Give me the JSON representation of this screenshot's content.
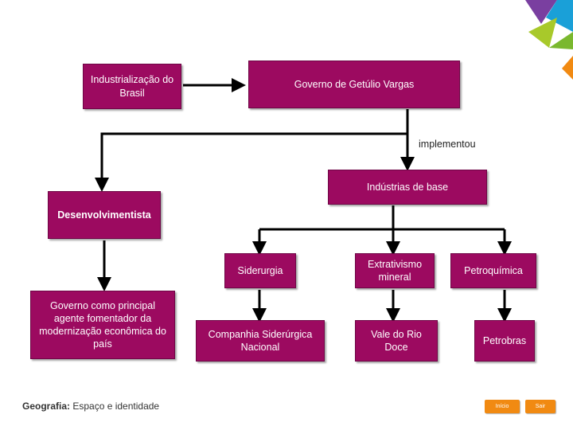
{
  "nodes": {
    "industrializacao": "Industrialização do Brasil",
    "getulio": "Governo de Getúlio Vargas",
    "industrias_base": "Indústrias de base",
    "desenvolvimentista": "Desenvolvimentista",
    "governo_agente": "Governo como principal agente fomentador da modernização econômica do país",
    "siderurgia": "Siderurgia",
    "extrativismo": "Extrativismo mineral",
    "petroquimica": "Petroquímica",
    "csn": "Companhia Siderúrgica Nacional",
    "vale": "Vale do Rio Doce",
    "petrobras": "Petrobras"
  },
  "edge_labels": {
    "implementou": "implementou"
  },
  "footer": {
    "subject": "Geografia:",
    "subtitle": " Espaço e identidade"
  },
  "nav": {
    "inicio": "Início",
    "sair": "Sair"
  },
  "colors": {
    "box_fill": "#9c0a60",
    "nav_button": "#f18a12"
  }
}
